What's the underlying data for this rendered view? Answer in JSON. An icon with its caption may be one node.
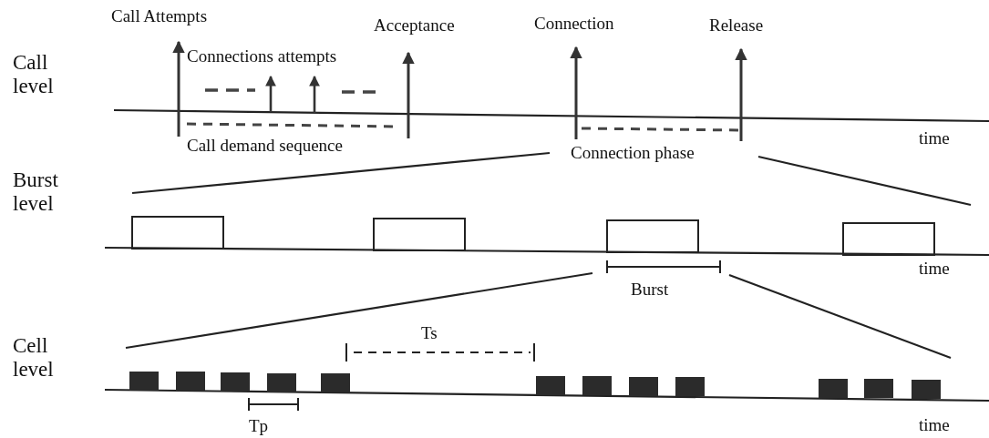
{
  "diagram": {
    "labels": [
      "Call Attempts",
      "Acceptance",
      "Connection",
      "Release",
      "Call level",
      "Connections attempts",
      "Call demand sequence",
      "time",
      "Connection phase",
      "Burst level",
      "time",
      "Burst",
      "Cell level",
      "Ts",
      "Tp",
      "time"
    ]
  }
}
